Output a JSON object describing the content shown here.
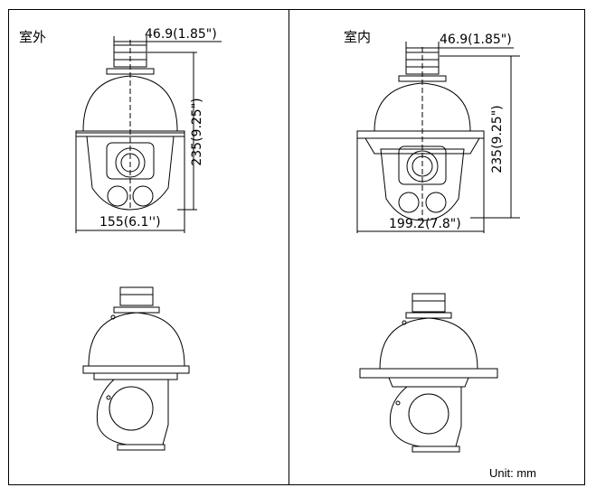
{
  "panels": {
    "outdoor": {
      "title": "室外",
      "top_width_label": "46.9(1.85\")",
      "height_label": "235(9.25\")",
      "base_width_label": "155(6.1'')"
    },
    "indoor": {
      "title": "室内",
      "top_width_label": "46.9(1.85\")",
      "height_label": "235(9.25\")",
      "base_width_label": "199.2(7.8\")"
    }
  },
  "unit_note": "Unit: mm"
}
